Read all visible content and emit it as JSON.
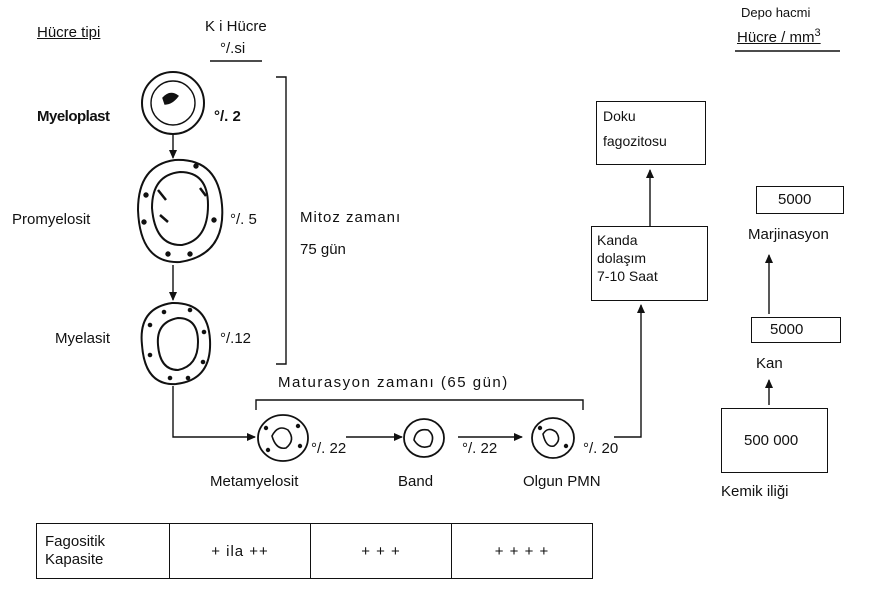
{
  "header": {
    "cell_type": "Hücre tipi",
    "ki_line1": "K i Hücre",
    "ki_line2": "°/.si",
    "depot_line1": "Depo hacmi",
    "depot_line2": "Hücre / mm",
    "depot_sup": "3"
  },
  "stages": [
    {
      "name": "Myeloplast",
      "pct": "°/. 2"
    },
    {
      "name": "Promyelosit",
      "pct": "°/. 5"
    },
    {
      "name": "Myelasit",
      "pct": "°/.12"
    }
  ],
  "mitosis": {
    "line1": "Mitoz zamanı",
    "line2": "75 gün"
  },
  "maturation": {
    "label": "Maturasyon zamanı (65 gün)"
  },
  "mature_cells": [
    {
      "name": "Metamyelosit",
      "pct": "°/. 22"
    },
    {
      "name": "Band",
      "pct": "°/. 22"
    },
    {
      "name": "Olgun PMN",
      "pct": "°/. 20"
    }
  ],
  "circulation_box": [
    "Kanda",
    "dolaşım",
    "7-10 Saat"
  ],
  "tissue_box": [
    "Doku",
    "fagozitosu"
  ],
  "depots": {
    "marginal_value": "5000",
    "marginal_label": "Marjinasyon",
    "blood_value": "5000",
    "blood_label": "Kan",
    "marrow_value": "500 000",
    "marrow_label": "Kemik iliği"
  },
  "table": {
    "header_line1": "Fagositik",
    "header_line2": "Kapasite",
    "values": [
      "+ ila ++",
      "+ + +",
      "+ + + +"
    ]
  }
}
